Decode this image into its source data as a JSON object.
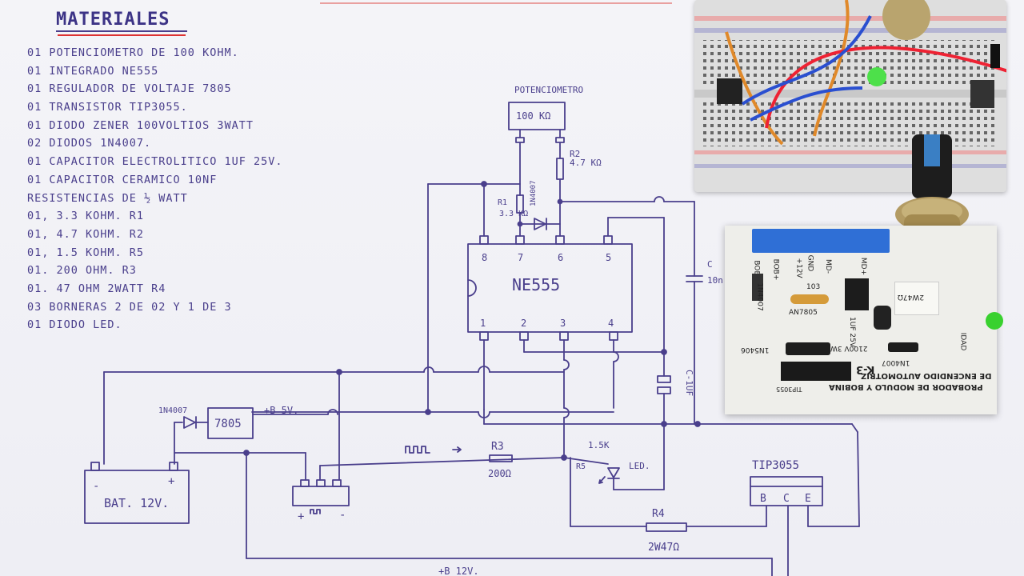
{
  "title": "MATERIALES",
  "materials": [
    "01 POTENCIOMETRO DE 100 KOHM.",
    "01 INTEGRADO NE555",
    "01 REGULADOR DE VOLTAJE 7805",
    "01 TRANSISTOR TIP3055.",
    "01 DIODO ZENER 100VOLTIOS 3WATT",
    "02 DIODOS 1N4007.",
    "01 CAPACITOR ELECTROLITICO 1UF 25V.",
    "01 CAPACITOR CERAMICO 10NF",
    "   RESISTENCIAS DE ½ WATT",
    "01, 3.3 KOHM. R1",
    "01, 4.7 KOHM. R2",
    "01, 1.5 KOHM. R5",
    "01. 200 OHM. R3",
    "01. 47 OHM 2WATT R4",
    "03 BORNERAS 2 DE 02 Y 1 DE 3",
    "01 DIODO LED."
  ],
  "schematic": {
    "pot_label": "POTENCIOMETRO",
    "pot_value": "100 KΩ",
    "r2_name": "R2",
    "r2_value": "4.7 KΩ",
    "r1_name": "R1",
    "r1_value": "3.3 KΩ",
    "diode_top_label": "1N4007",
    "ic_label": "NE555",
    "pins": [
      "8",
      "7",
      "6",
      "5",
      "1",
      "2",
      "3",
      "4"
    ],
    "cap_c_label": "C",
    "cap_c_value": "10n",
    "cap_1uf_label": "C-1UF",
    "diode_label": "1N4007",
    "reg_label": "7805",
    "v5_label": "+B 5V.",
    "bat_label": "BAT. 12V.",
    "bat_minus": "-",
    "bat_plus": "+",
    "conn_plus": "+",
    "conn_minus": "-",
    "r3_name": "R3",
    "r3_value": "200Ω",
    "r5_value": "1.5K",
    "r5_name": "R5",
    "led_label": "LED.",
    "r4_name": "R4",
    "r4_value": "2W47Ω",
    "tip_label": "TIP3055",
    "tip_pins": [
      "B",
      "C",
      "E"
    ],
    "v12_label": "+B 12V."
  },
  "pcb": {
    "terminal_labels": [
      "BOB",
      "BOB+",
      "GND",
      "+12V",
      "MD-",
      "MD+"
    ],
    "diode1": "1N4007",
    "cap_code": "103",
    "reg": "AN7805",
    "resistor": "2W47Ω",
    "cap_elec": "1UF 25V",
    "zener_type": "1N5406",
    "zener_spec": "2100V 3W",
    "diode2": "1N4007",
    "model": "K-3",
    "line1": "PROBADOR DE MODULO Y BOBINA",
    "line2": "DE ENCENDIDO AUTOMOTRIZ",
    "transistor": "TIP3055",
    "side": "IDAD"
  },
  "colors": {
    "ink": "#4a3f8c",
    "title_ink": "#3c3386",
    "red_ink": "#d33333",
    "paper": "#f1f1f6",
    "terminal_blue": "#2f6fd6",
    "led_green": "#39d12f",
    "knob_blue": "#3a7fc4"
  }
}
